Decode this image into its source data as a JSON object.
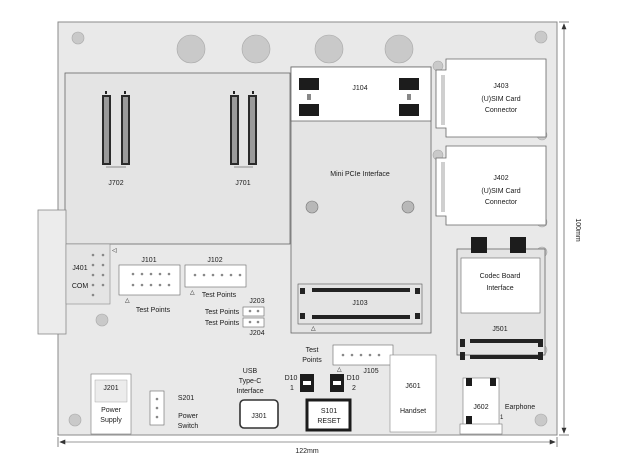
{
  "labels": {
    "j702": "J702",
    "j701": "J701",
    "j104": "J104",
    "mini_pcie": "Mini PCIe Interface",
    "j103": "J103",
    "j403": "J403",
    "j403_line1": "(U)SIM Card",
    "j403_line2": "Connector",
    "j402": "J402",
    "j402_line1": "(U)SIM Card",
    "j402_line2": "Connector",
    "j401": "J401",
    "com": "COM",
    "j101": "J101",
    "j102": "J102",
    "test_points_j101": "Test Points",
    "test_points_j102": "Test Points",
    "j203": "J203",
    "j203_tp": "Test Points",
    "j204": "J204",
    "j204_tp": "Test Points",
    "codec_line1": "Codec Board",
    "codec_line2": "Interface",
    "j501": "J501",
    "j105_tp_line1": "Test",
    "j105_tp_line2": "Points",
    "j105": "J105",
    "j201": "J201",
    "power_supply_line1": "Power",
    "power_supply_line2": "Supply",
    "s201": "S201",
    "power_switch_line1": "Power",
    "power_switch_line2": "Switch",
    "usb_line1": "USB",
    "usb_line2": "Type-C",
    "usb_line3": "Interface",
    "j301": "J301",
    "d10_1_name": "D10",
    "d10_1_num": "1",
    "d10_2_name": "D10",
    "d10_2_num": "2",
    "s101": "S101",
    "reset": "RESET",
    "j601": "J601",
    "handset": "Handset",
    "j602": "J602",
    "earphone": "Earphone",
    "pin1_marker": "1",
    "width_dim": "122mm",
    "height_dim": "100mm"
  },
  "colors": {
    "board_fill": "#e9e9e9",
    "board_stroke": "#8a8a8a",
    "hole_fill": "#c9c9c9",
    "connector_fill": "#1c1c1c",
    "module_fill": "#ffffff"
  }
}
